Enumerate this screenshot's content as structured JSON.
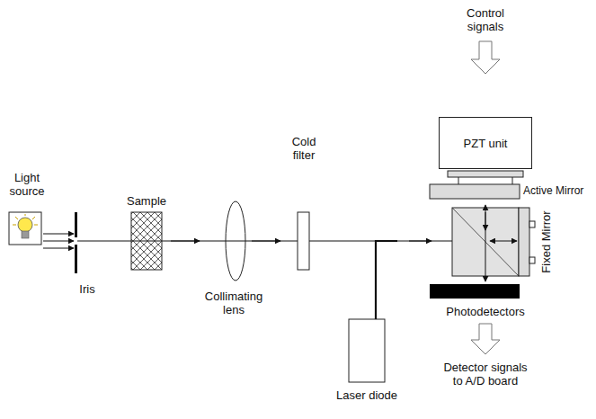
{
  "diagram": {
    "nodes": [
      {
        "text": [
          "PZT unit"
        ]
      }
    ],
    "labels": [
      "Control signals",
      "Active Mirror",
      "Light source",
      "Sample",
      "Cold filter",
      "Fixed Mirror",
      "Iris",
      "Collimating lens",
      "Laser diode",
      "Photodetectors",
      "Detector signals to A/D board"
    ]
  }
}
